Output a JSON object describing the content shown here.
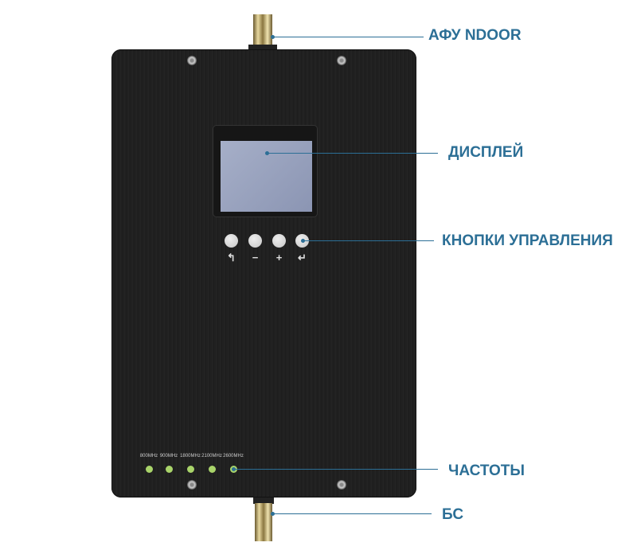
{
  "labels": {
    "antenna": "АФУ NDOOR",
    "display": "ДИСПЛЕЙ",
    "buttons": "КНОПКИ УПРАВЛЕНИЯ",
    "frequencies": "ЧАСТОТЫ",
    "base_station": "БС"
  },
  "button_symbols": [
    "↰",
    "−",
    "+",
    "↵"
  ],
  "frequencies": [
    "800MHz",
    "900MHz",
    "1800MHz",
    "2100MHz",
    "2600MHz"
  ],
  "colors": {
    "label": "#2c6f96",
    "led": "#a9d46a"
  }
}
